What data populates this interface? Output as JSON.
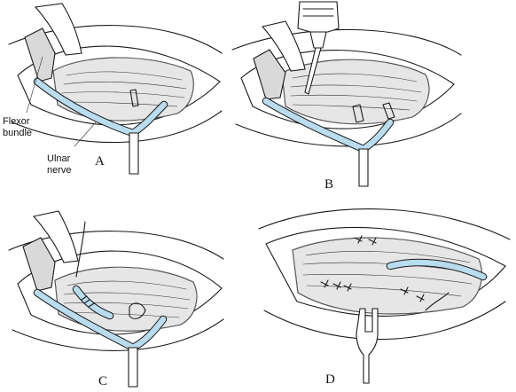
{
  "panels": [
    {
      "id": "A",
      "letter": "A"
    },
    {
      "id": "B",
      "letter": "B"
    },
    {
      "id": "C",
      "letter": "C"
    },
    {
      "id": "D",
      "letter": "D"
    }
  ],
  "labels": {
    "flexor_line1": "Flexor",
    "flexor_line2": "bundle",
    "ulnar_line1": "Ulnar",
    "ulnar_line2": "nerve"
  },
  "colors": {
    "nerve_fill": "#b9dcef",
    "muscle_fill": "#e6e6e6",
    "outline": "#1a1a1a"
  }
}
